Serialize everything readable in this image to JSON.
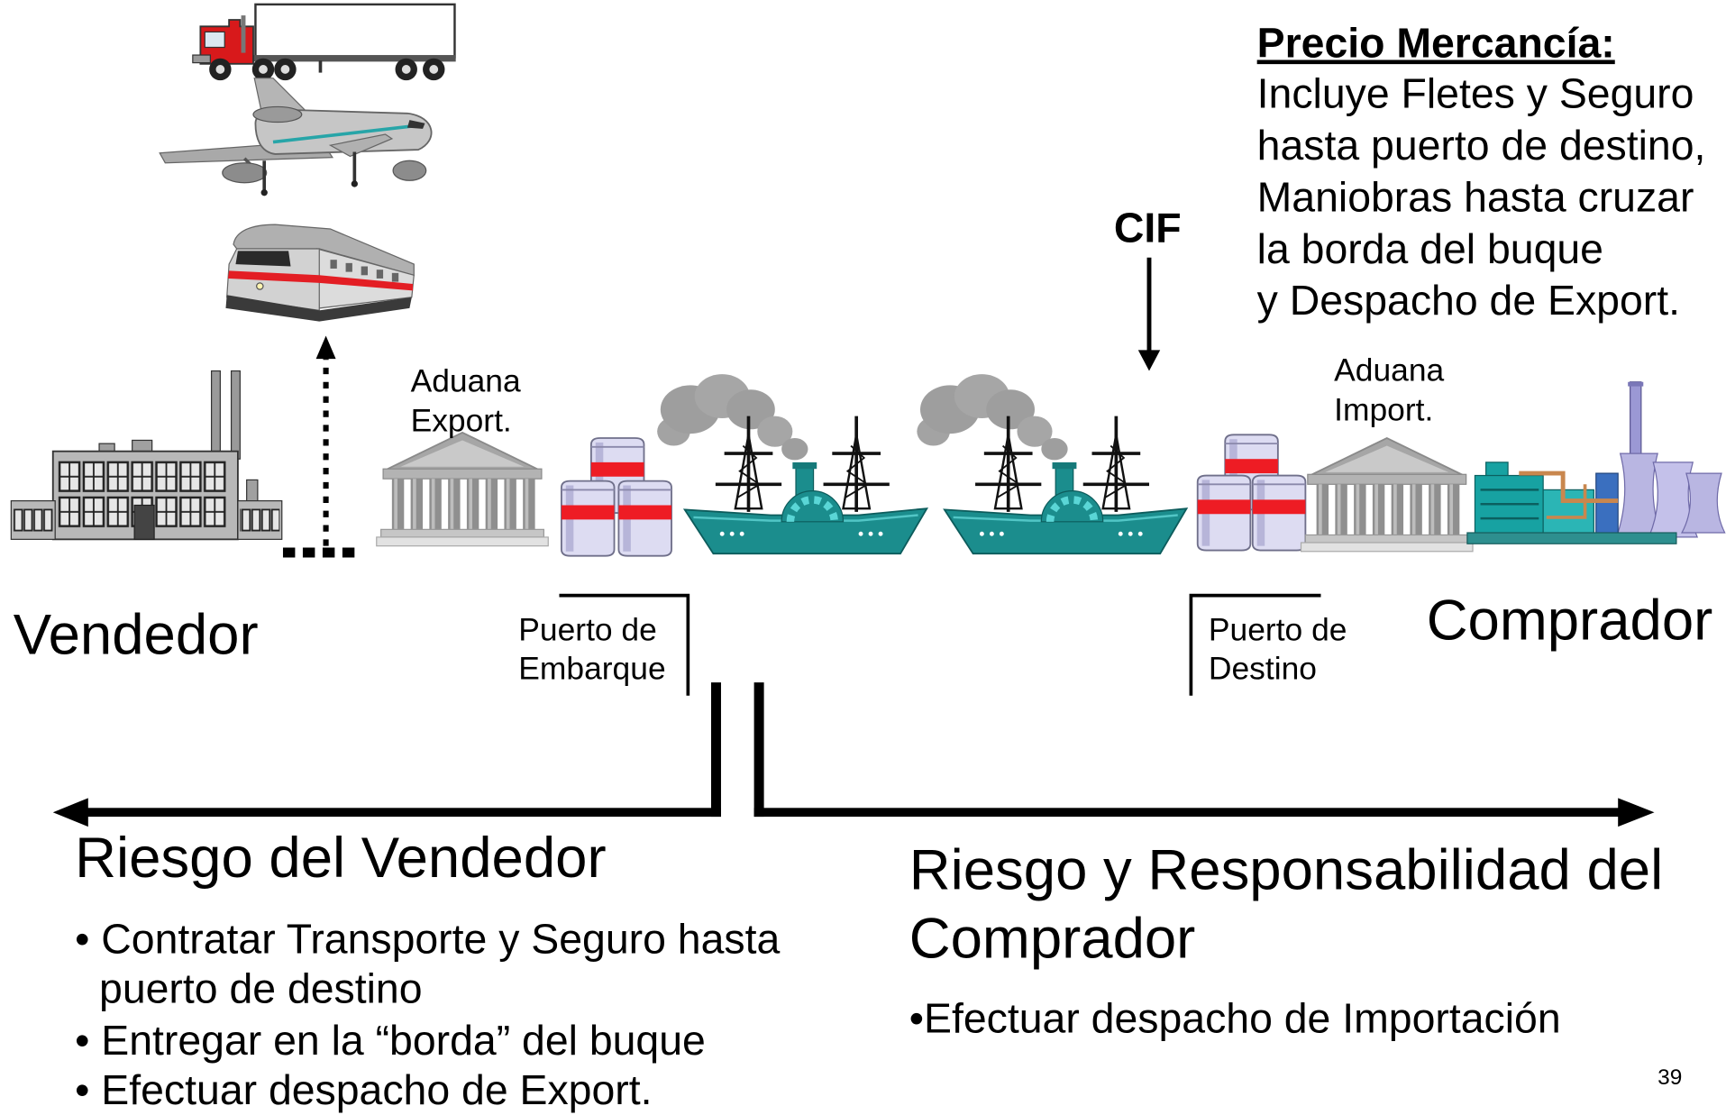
{
  "price_note": {
    "heading": "Precio Mercancía:",
    "lines": [
      "Incluye Fletes y Seguro",
      "hasta puerto de destino,",
      "Maniobras hasta cruzar",
      "la borda del buque",
      "y Despacho de Export."
    ]
  },
  "incoterm": "CIF",
  "customs": {
    "export": [
      "Aduana",
      "Export."
    ],
    "import": [
      "Aduana",
      "Import."
    ]
  },
  "parties": {
    "seller": "Vendedor",
    "buyer": "Comprador"
  },
  "ports": {
    "shipment": [
      "Puerto de",
      "Embarque"
    ],
    "destination": [
      "Puerto de",
      "Destino"
    ]
  },
  "seller_risk": {
    "title": "Riesgo del Vendedor",
    "items": [
      {
        "text": "• Contratar Transporte y Seguro hasta",
        "continuation": "puerto de destino"
      },
      {
        "text": "• Entregar en la “borda” del buque"
      },
      {
        "text": "• Efectuar despacho de Export."
      }
    ]
  },
  "buyer_risk": {
    "title": [
      "Riesgo y Responsabilidad del",
      "Comprador"
    ],
    "items": [
      {
        "text": "•Efectuar despacho de Importación"
      }
    ]
  },
  "page_number": "39",
  "illustrations": [
    "truck-icon",
    "airplane-icon",
    "train-icon",
    "factory-icon",
    "customs-building-icon",
    "containers-icon",
    "steamship-icon",
    "power-plant-icon"
  ],
  "colors": {
    "text": "#000000",
    "ship_hull": "#1b8d8d",
    "container_band": "#ee1c24",
    "truck_cab": "#d8191b",
    "cooling_tower": "#b9b6e2"
  }
}
